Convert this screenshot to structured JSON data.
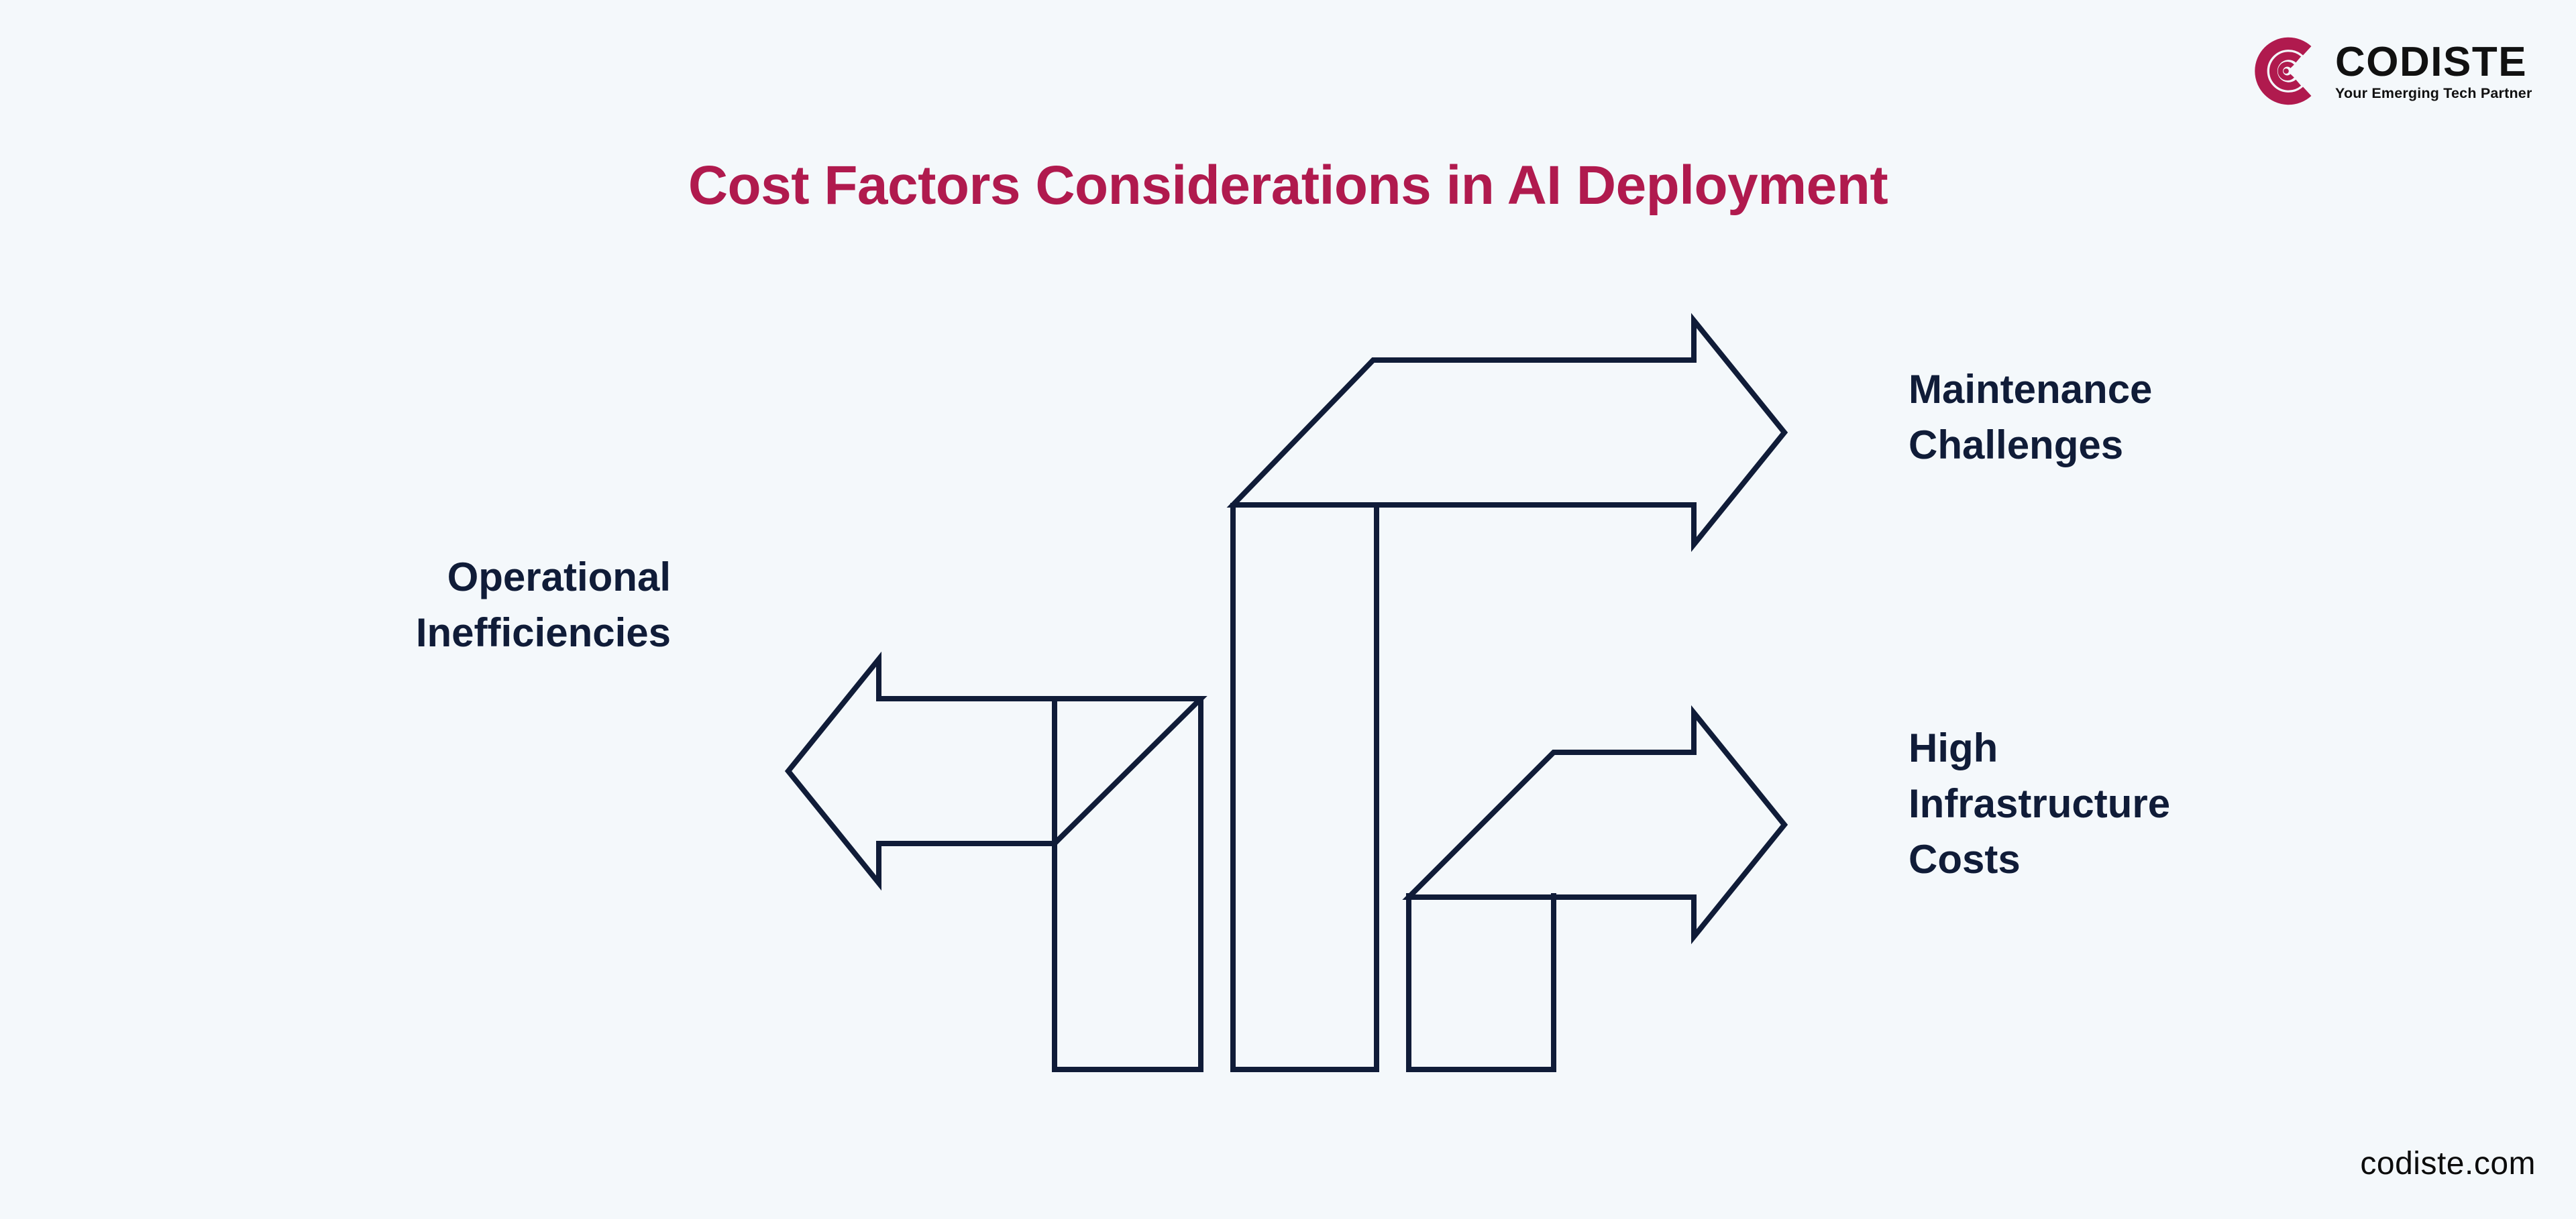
{
  "background_color": "#f4f8fb",
  "brand": {
    "logo_icon": "codiste-concentric-c-logo",
    "name": "CODISTE",
    "tagline": "Your Emerging Tech Partner",
    "logo_color": "#b01a4e",
    "wordmark_color": "#111111"
  },
  "header": {
    "title": "Cost Factors Considerations in AI Deployment",
    "title_color": "#b01a4e"
  },
  "diagram": {
    "type": "three-arrow-cost-factor-diagram",
    "stroke_color": "#101c38",
    "arrows": [
      {
        "id": "maintenance",
        "direction": "right",
        "label": "Maintenance\nChallenges",
        "label_position": "right"
      },
      {
        "id": "operational",
        "direction": "left",
        "label": "Operational\nInefficiencies",
        "label_position": "left"
      },
      {
        "id": "infrastructure",
        "direction": "right",
        "label": "High\nInfrastructure\nCosts",
        "label_position": "right"
      }
    ],
    "bars": [
      {
        "id": "bar-operational"
      },
      {
        "id": "bar-maintenance"
      },
      {
        "id": "bar-infrastructure"
      }
    ]
  },
  "footer": {
    "url": "codiste.com",
    "url_color": "#0c0c0c"
  }
}
